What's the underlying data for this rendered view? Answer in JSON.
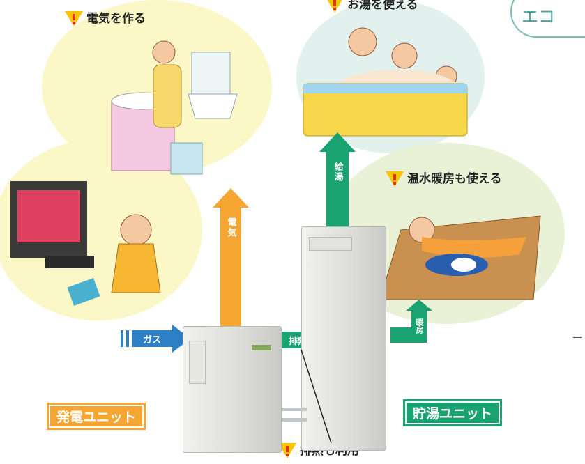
{
  "captions": {
    "electricity": "電気を作る",
    "hot_water": "お湯を使える",
    "heating": "温水暖房も使える",
    "exhaust_heat": "排熱も利用"
  },
  "arrows": {
    "gas": "ガス",
    "electricity": "電気",
    "water_supply": "給湯",
    "exhaust": "排熱",
    "heating": "暖房"
  },
  "units": {
    "generator": "発電ユニット",
    "storage": "貯湯ユニット"
  },
  "topright_text": "エコ",
  "colors": {
    "orange": "#f5a531",
    "green": "#1aa372",
    "blue": "#2d7fc6",
    "warning": "#f7c600"
  }
}
